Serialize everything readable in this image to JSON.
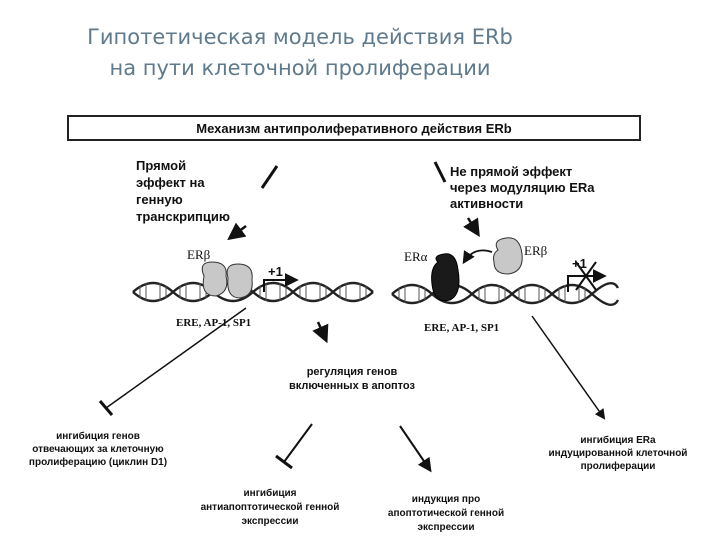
{
  "title": {
    "line1": "Гипотетическая модель действия ERb",
    "line2": "на пути клеточной пролиферации"
  },
  "diagram": {
    "header": "Механизм антипролиферативного действия ERb",
    "direct_effect": [
      "Прямой",
      "эффект на",
      "генную",
      "транскрипцию"
    ],
    "indirect_effect": [
      "Не прямой эффект",
      "через модуляцию ERa",
      "активности"
    ],
    "er_beta_left": "ERβ",
    "er_alpha": "ERα",
    "er_beta_right": "ERβ",
    "plus_one_left": "+1",
    "plus_one_right": "+1",
    "response_elements_left": "ERE, AP-1, SP1",
    "response_elements_right": "ERE, AP-1, SP1",
    "gene_regulation": [
      "регуляция генов",
      "включенных в апоптоз"
    ],
    "inhibition_cell_cycle": [
      "ингибиция генов",
      "отвечающих за клеточную",
      "пролиферацию (циклин D1)"
    ],
    "inhibition_era": [
      "ингибиция ERa",
      "индуцированной клеточной",
      "пролиферации"
    ],
    "inhibition_antiapoptotic": [
      "ингибиция",
      "антиапоптотической генной",
      "экспрессии"
    ],
    "induction_proapoptotic": [
      "индукция про",
      "апоптотической генной",
      "экспрессии"
    ]
  },
  "colors": {
    "title": "#5f7a8c",
    "protein_light": "#c8c8c8",
    "protein_dark": "#1a1a1a"
  }
}
